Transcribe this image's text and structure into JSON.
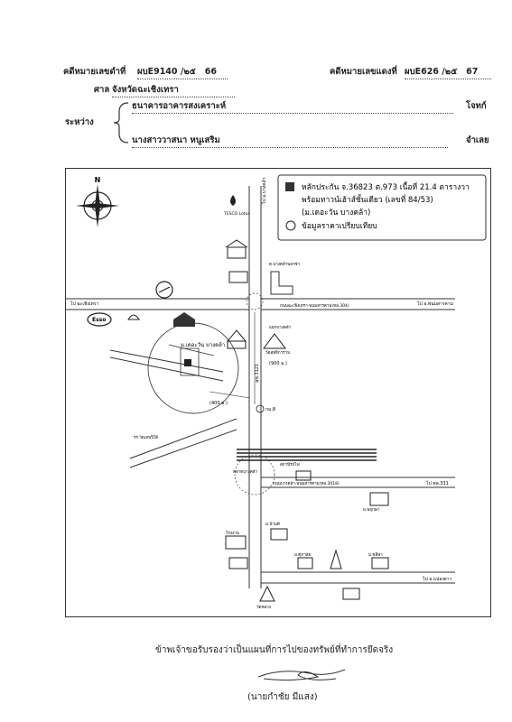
{
  "header": {
    "black_case_label": "คดีหมายเลขดำที่",
    "black_case_no": "ผบE9140",
    "black_case_year": "/๒๕",
    "black_case_year_num": "66",
    "red_case_label": "คดีหมายเลขแดงที่",
    "red_case_no": "ผบE626",
    "red_case_year": "/๒๕",
    "red_case_year_num": "67",
    "court_label": "ศาล",
    "court_name": "จังหวัดฉะเชิงเทรา",
    "between_label": "ระหว่าง",
    "plaintiff_name": "ธนาคารอาคารสงเคราะห์",
    "plaintiff_role": "โจทก์",
    "defendant_name": "นางสาววาสนา หนูเสริม",
    "defendant_role": "จำเลย"
  },
  "legend": {
    "item1_line1": "หลักประกัน จ.36823 ต.973 เนื้อที่ 21.4 ตารางวา",
    "item1_line2": "พร้อมทาวน์เฮ้าส์ชั้นเดียว (เลขที่ 84/53)",
    "item1_line3": "(ม.เดอะวัน บางคล้า)",
    "item2": "ข้อมูลราคาเปรียบเทียบ"
  },
  "map_labels": {
    "to_bangkhla": "ไป อ.บางคล้า",
    "to_chachoengsao": "ไป ฉะเชิงเทรา",
    "to_phanom_sarakham": "ไป อ.พนมสารคาม",
    "to_331": "ไป ทล.331",
    "to_plaengyao": "ไป อ.แปลงยาว",
    "road_304": "ถนนฉะเชิงเทรา-พนมสารคาม(ทล.304)",
    "road_3018": "ถนนบางคล้า-พนมสารคาม(ทล.3018)",
    "road_3121": "ฉช.3121",
    "esso": "Esso",
    "tesco": "TESCO Lotus",
    "bangkhla_market": "ต.บางคล้าพลาซ่า",
    "project": "ม.เดอะวัน บางคล้า",
    "distance_900": "(900 ม.)",
    "distance_400": "(400 ม.)",
    "junction": "แยกบางคล้า",
    "school": "รร.วัดเลขปิได้",
    "wat": "วัดสุทธิการาม",
    "market": "ตลาดบางคล้า",
    "station": "สถานีรถไฟ",
    "km8": "กม.8",
    "village1": "ม.พฤกษา",
    "village2": "ม.บ้านดี",
    "village3": "ม.ศุภาลัย",
    "village4": "ม.ชลิษา",
    "factory": "โรงงาน",
    "temple2": "วัดหลวง"
  },
  "footer": {
    "certify": "ข้าพเจ้าขอรับรองว่าเป็นแผนที่การไปของทรัพย์ที่ทำการยึดจริง",
    "signer": "(นายกำชัย มีแสง)"
  }
}
